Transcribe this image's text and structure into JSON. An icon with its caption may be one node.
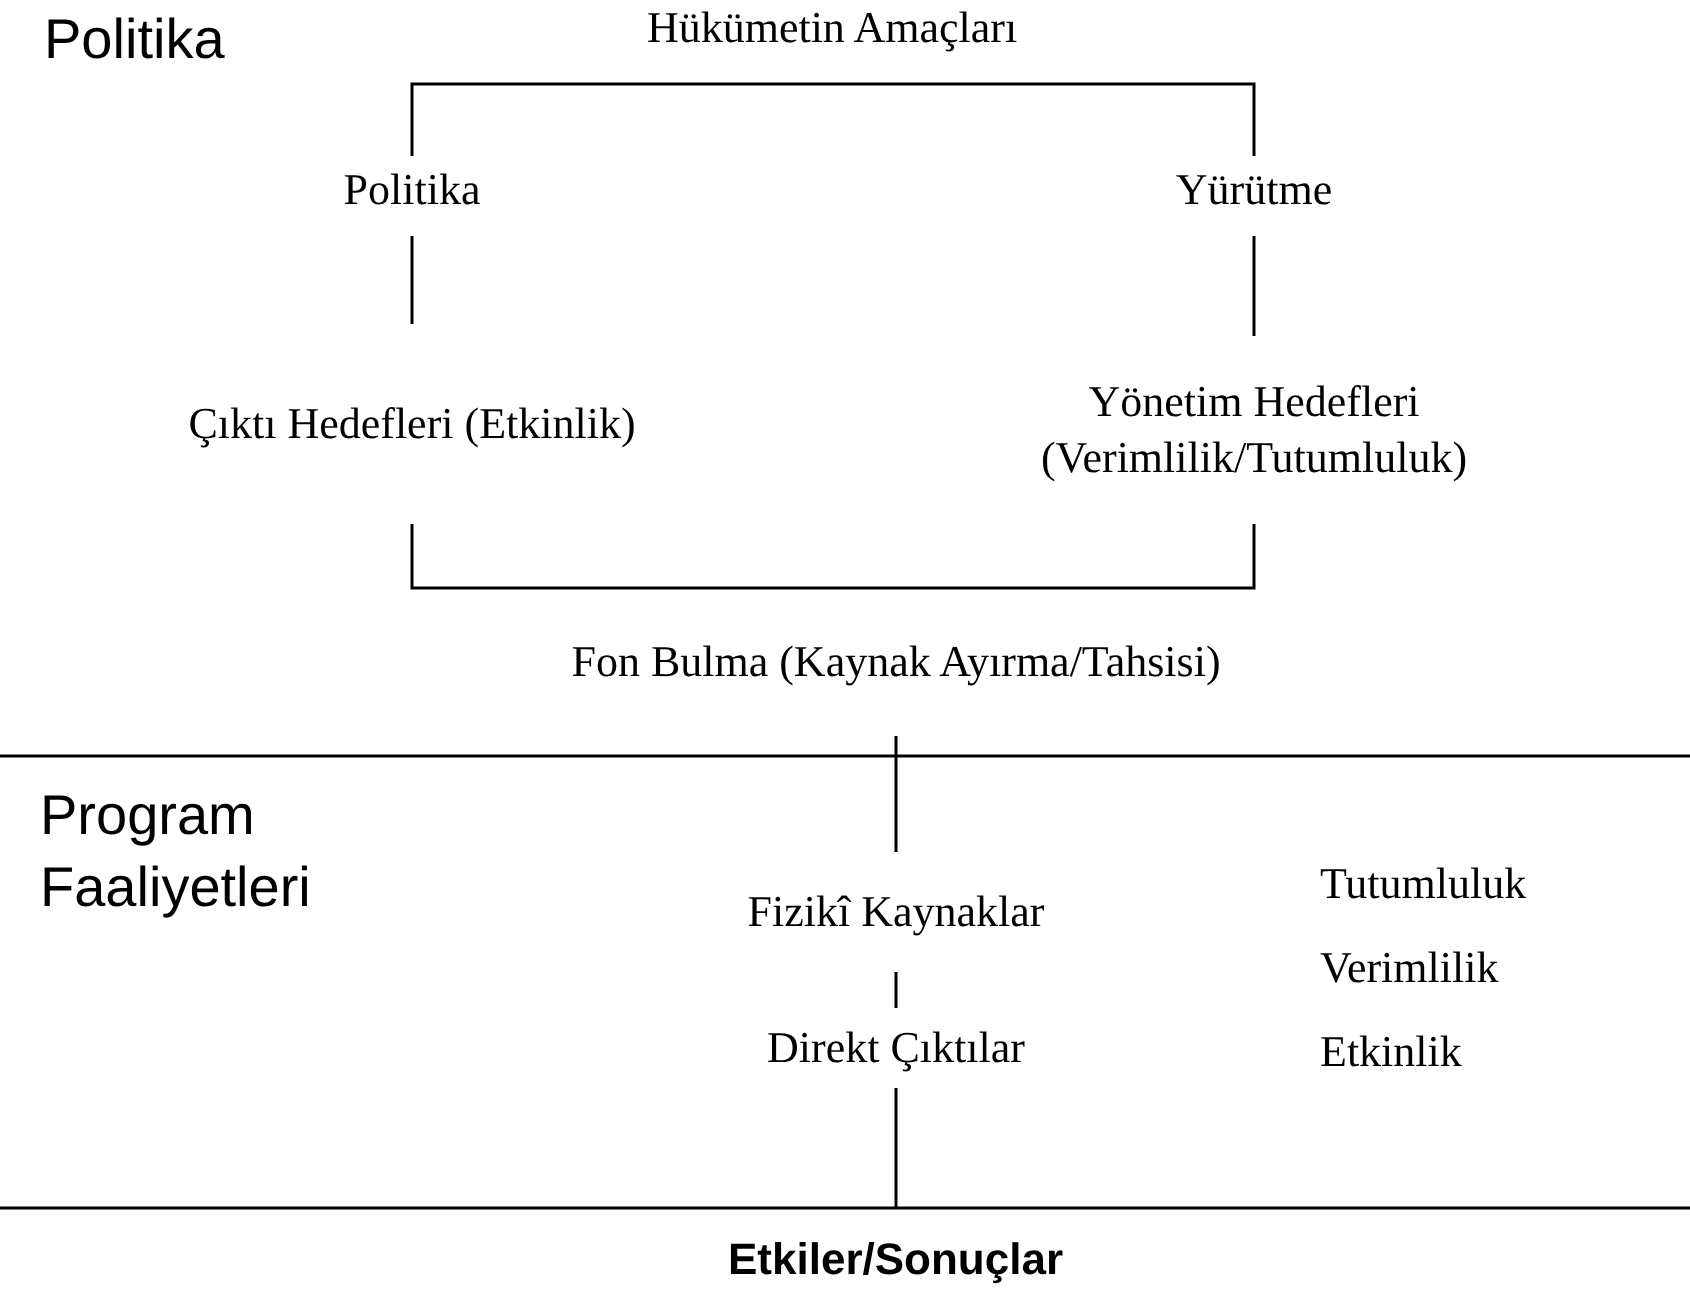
{
  "diagram": {
    "nodes": [
      {
        "text": [
          "Hükümetin Amaçları"
        ]
      },
      {
        "text": [
          "Politika"
        ]
      },
      {
        "text": [
          "Yürütme"
        ]
      },
      {
        "text": [
          "Çıktı Hedefleri (Etkinlik)"
        ]
      },
      {
        "text": [
          "Yönetim Hedefleri (Verimlilik/Tutumluluk)"
        ]
      },
      {
        "text": [
          "Fon Bulma (Kaynak Ayırma/Tahsisi)"
        ]
      },
      {
        "text": [
          "Fizikî Kaynaklar"
        ]
      },
      {
        "text": [
          "Direkt Çıktılar"
        ]
      }
    ],
    "edges": [
      {
        "from": 0,
        "to": 1,
        "arrow": "none"
      },
      {
        "from": 0,
        "to": 2,
        "arrow": "none"
      },
      {
        "from": 1,
        "to": 3,
        "arrow": "none"
      },
      {
        "from": 2,
        "to": 4,
        "arrow": "none"
      },
      {
        "from": 3,
        "to": 5,
        "arrow": "none"
      },
      {
        "from": 4,
        "to": 5,
        "arrow": "none"
      },
      {
        "from": 5,
        "to": 6,
        "arrow": "none"
      },
      {
        "from": 6,
        "to": 7,
        "arrow": "none"
      },
      {
        "from": 7,
        "to": null,
        "arrow": "none"
      }
    ],
    "labels": [
      "Politika",
      "Program Faaliyetleri",
      "Tutumluluk",
      "Verimlilik",
      "Etkinlik",
      "Etkiler/Sonuçlar"
    ]
  }
}
